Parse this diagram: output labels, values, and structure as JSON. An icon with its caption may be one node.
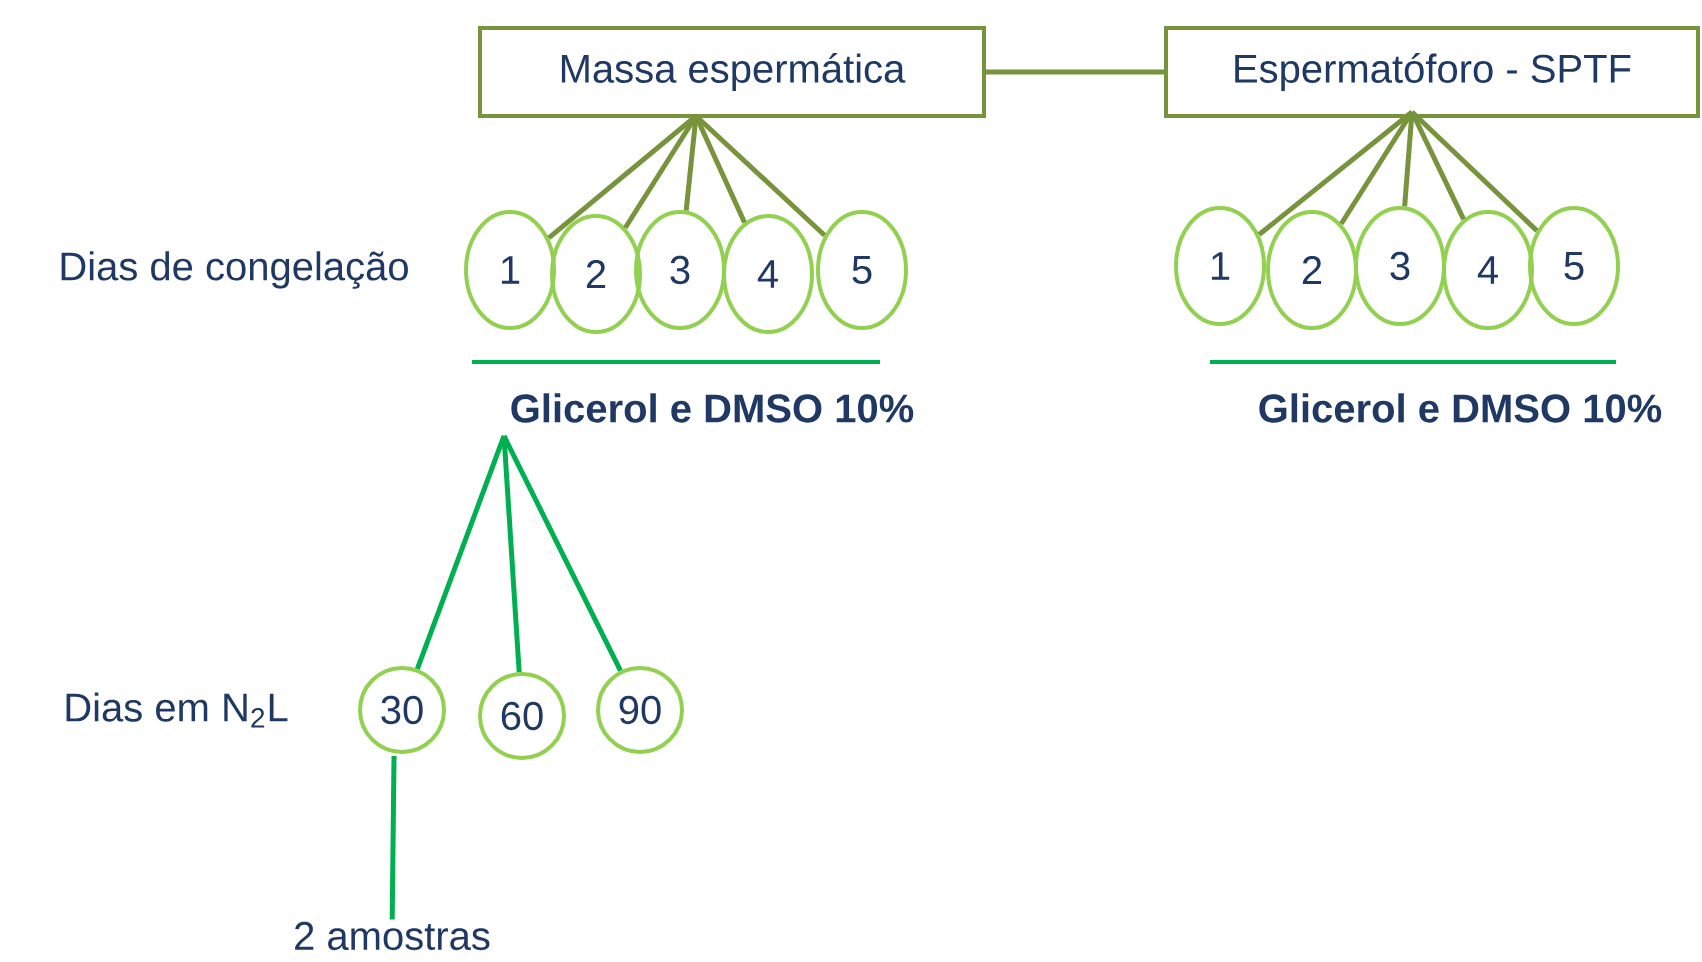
{
  "diagram": {
    "nodes": [
      {
        "text": [
          "Massa espermática"
        ]
      },
      {
        "text": [
          "Espermatóforo - SPTF"
        ]
      },
      {
        "text": [
          "1"
        ]
      },
      {
        "text": [
          "2"
        ]
      },
      {
        "text": [
          "3"
        ]
      },
      {
        "text": [
          "4"
        ]
      },
      {
        "text": [
          "5"
        ]
      },
      {
        "text": [
          "1"
        ]
      },
      {
        "text": [
          "2"
        ]
      },
      {
        "text": [
          "3"
        ]
      },
      {
        "text": [
          "4"
        ]
      },
      {
        "text": [
          "5"
        ]
      },
      {
        "text": [
          "Glicerol e DMSO 10%"
        ]
      },
      {
        "text": [
          "30"
        ]
      },
      {
        "text": [
          "60"
        ]
      },
      {
        "text": [
          "90"
        ]
      },
      {
        "text": [
          "2 amostras"
        ]
      }
    ],
    "edges": [
      {
        "from": 0,
        "to": 1,
        "arrow": "none"
      },
      {
        "from": 0,
        "to": 2,
        "arrow": "none"
      },
      {
        "from": 0,
        "to": 3,
        "arrow": "none"
      },
      {
        "from": 0,
        "to": 4,
        "arrow": "none"
      },
      {
        "from": 0,
        "to": 5,
        "arrow": "none"
      },
      {
        "from": 0,
        "to": 6,
        "arrow": "none"
      },
      {
        "from": 1,
        "to": 7,
        "arrow": "none"
      },
      {
        "from": 1,
        "to": 8,
        "arrow": "none"
      },
      {
        "from": 1,
        "to": 9,
        "arrow": "none"
      },
      {
        "from": 1,
        "to": 10,
        "arrow": "none"
      },
      {
        "from": 1,
        "to": 11,
        "arrow": "none"
      },
      {
        "from": 12,
        "to": 13,
        "arrow": "none",
        "color": "#00b050"
      },
      {
        "from": 12,
        "to": 14,
        "arrow": "none",
        "color": "#00b050"
      },
      {
        "from": 12,
        "to": 15,
        "arrow": "none",
        "color": "#00b050"
      },
      {
        "from": 13,
        "to": 16,
        "arrow": "none",
        "color": "#00b050"
      }
    ],
    "labels": [
      "Dias de congelação",
      "Glicerol e DMSO 10%",
      "Dias em N$_{2}$L"
    ]
  }
}
